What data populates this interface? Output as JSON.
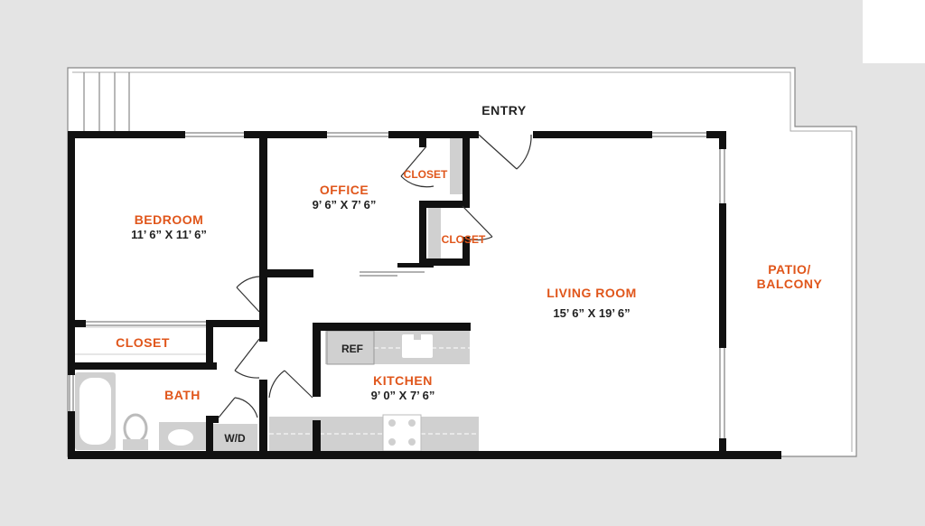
{
  "colors": {
    "background": "#e4e4e4",
    "floor": "#ffffff",
    "wall": "#111111",
    "accent": "#e0561b",
    "fixture": "#d0d0d0",
    "text": "#222222"
  },
  "labels": {
    "entry": "ENTRY",
    "patio_line1": "PATIO/",
    "patio_line2": "BALCONY",
    "bedroom_name": "BEDROOM",
    "bedroom_dim": "11’ 6” X 11’ 6”",
    "office_name": "OFFICE",
    "office_dim": "9’ 6” X 7’ 6”",
    "closet_office": "CLOSET",
    "closet_living": "CLOSET",
    "closet_bedroom": "CLOSET",
    "living_name": "LIVING ROOM",
    "living_dim": "15’ 6” X 19’ 6”",
    "kitchen_name": "KITCHEN",
    "kitchen_dim": "9’ 0” X 7’ 6”",
    "bath_name": "BATH",
    "ref": "REF",
    "wd": "W/D"
  }
}
